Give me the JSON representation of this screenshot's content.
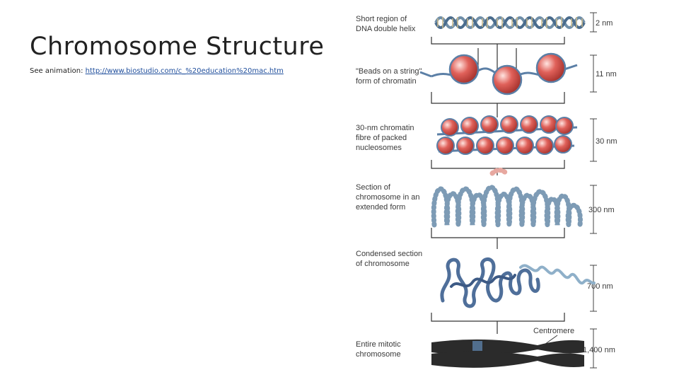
{
  "slide": {
    "title": "Chromosome Structure",
    "see_prefix": "See animation: ",
    "link_text": " http://www.biostudio.com/c_%20education%20mac.htm"
  },
  "figure": {
    "levels": [
      {
        "label": [
          "Short region of",
          "DNA double helix"
        ],
        "size": "2 nm"
      },
      {
        "label": [
          "\"Beads on a string\"",
          "form of chromatin"
        ],
        "size": "11 nm"
      },
      {
        "label": [
          "30-nm chromatin",
          "fibre of packed",
          "nucleosomes"
        ],
        "size": "30 nm"
      },
      {
        "label": [
          "Section of",
          "chromosome in an",
          "extended form"
        ],
        "size": "300 nm"
      },
      {
        "label": [
          "Condensed section",
          "of chromosome"
        ],
        "size": "700 nm"
      },
      {
        "label": [
          "Entire mitotic",
          "chromosome"
        ],
        "size": "1,400 nm"
      }
    ],
    "centromere_label": "Centromere"
  },
  "colors": {
    "nucleosome": "#d9534f",
    "chromatin_blue": "#5b7fa6",
    "chromosome_dark": "#2b2b2b"
  }
}
